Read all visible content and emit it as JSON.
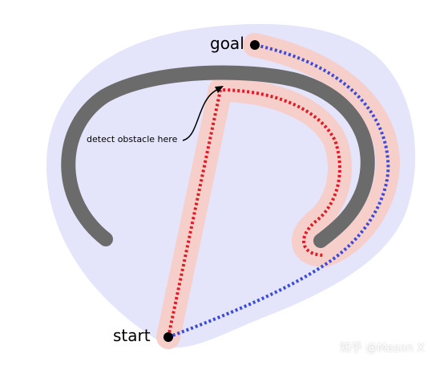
{
  "labels": {
    "goal": "goal",
    "start": "start",
    "annotation": "detect obstacle here"
  },
  "watermark": "知乎 @Mason X",
  "colors": {
    "region_fill": "#e4e4fb",
    "obstacle": "#6b6b6b",
    "path_highlight": "#f6cfcb",
    "path_actual": "#e01b24",
    "path_shortcut": "#3a4bdc",
    "point": "#000000"
  }
}
